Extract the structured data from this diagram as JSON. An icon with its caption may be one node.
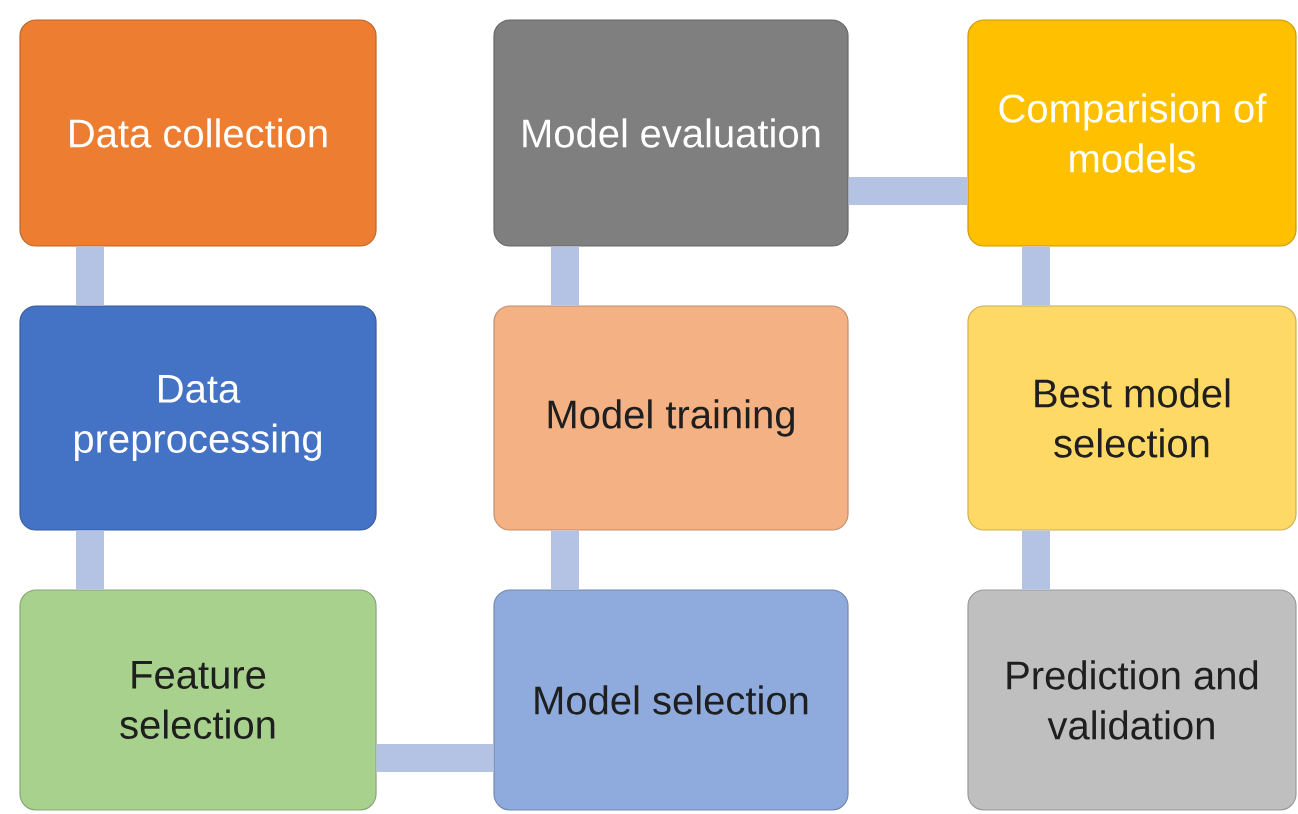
{
  "diagram": {
    "nodes": [
      {
        "text": [
          "Data collection"
        ]
      },
      {
        "text": [
          "Data preprocessing"
        ]
      },
      {
        "text": [
          "Feature selection"
        ]
      },
      {
        "text": [
          "Model selection"
        ]
      },
      {
        "text": [
          "Model training"
        ]
      },
      {
        "text": [
          "Model evaluation"
        ]
      },
      {
        "text": [
          "Comparision of models"
        ]
      },
      {
        "text": [
          "Best model selection"
        ]
      },
      {
        "text": [
          "Prediction and validation"
        ]
      }
    ],
    "edges": [
      {
        "from": 0,
        "to": 1,
        "arrow": "none"
      },
      {
        "from": 1,
        "to": 2,
        "arrow": "none"
      },
      {
        "from": 2,
        "to": 3,
        "arrow": "none"
      },
      {
        "from": 3,
        "to": 4,
        "arrow": "none"
      },
      {
        "from": 4,
        "to": 5,
        "arrow": "none"
      },
      {
        "from": 5,
        "to": 6,
        "arrow": "none"
      },
      {
        "from": 6,
        "to": 7,
        "arrow": "none"
      },
      {
        "from": 7,
        "to": 8,
        "arrow": "none"
      }
    ]
  }
}
